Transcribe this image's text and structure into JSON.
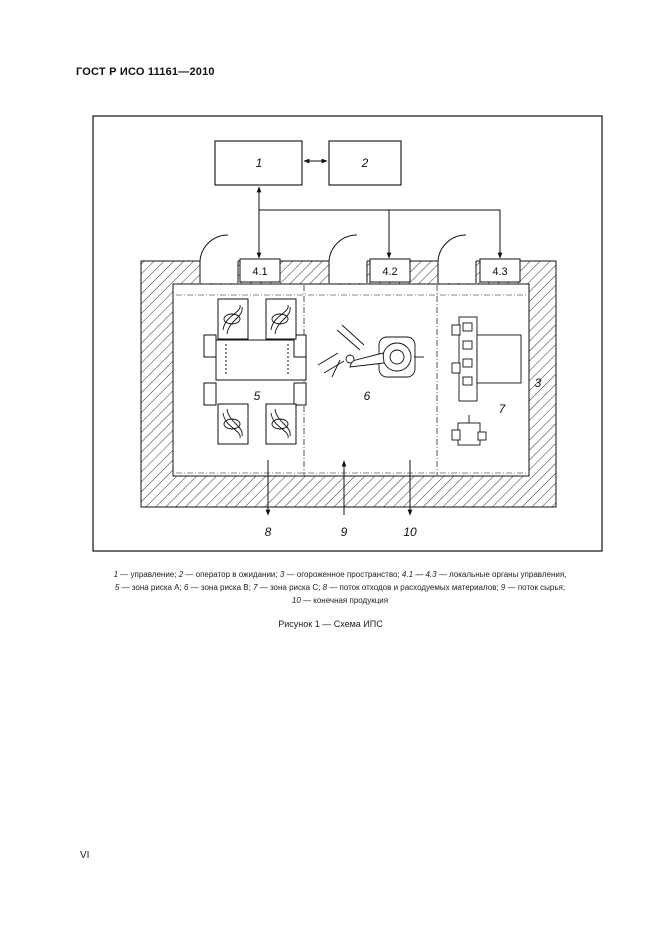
{
  "header": {
    "title": "ГОСТ Р ИСО 11161—2010"
  },
  "figure": {
    "labels": {
      "control": "1",
      "operator": "2",
      "local_1": "4.1",
      "local_2": "4.2",
      "local_3": "4.3",
      "guarded_space": "3",
      "zone_a": "5",
      "zone_b": "6",
      "zone_c": "7",
      "flow_waste": "8",
      "flow_raw": "9",
      "flow_product": "10"
    }
  },
  "legend": {
    "items": [
      {
        "num": "1",
        "text": "— управление;"
      },
      {
        "num": "2",
        "text": "— оператор в ожидании;"
      },
      {
        "num": "3",
        "text": "— огороженное пространство;"
      },
      {
        "num": "4.1 — 4.3",
        "text": "— локальные органы управления,"
      },
      {
        "num": "5",
        "text": "— зона риска А;"
      },
      {
        "num": "6",
        "text": "— зона риска В;"
      },
      {
        "num": "7",
        "text": "— зона риска С;"
      },
      {
        "num": "8",
        "text": "— поток отходов и расходуемых материалов;"
      },
      {
        "num": "9",
        "text": "— поток сырья;"
      },
      {
        "num": "10",
        "text": "— конечная продукция"
      }
    ]
  },
  "caption": "Рисунок 1 — Схема ИПС",
  "page_number": "VI"
}
